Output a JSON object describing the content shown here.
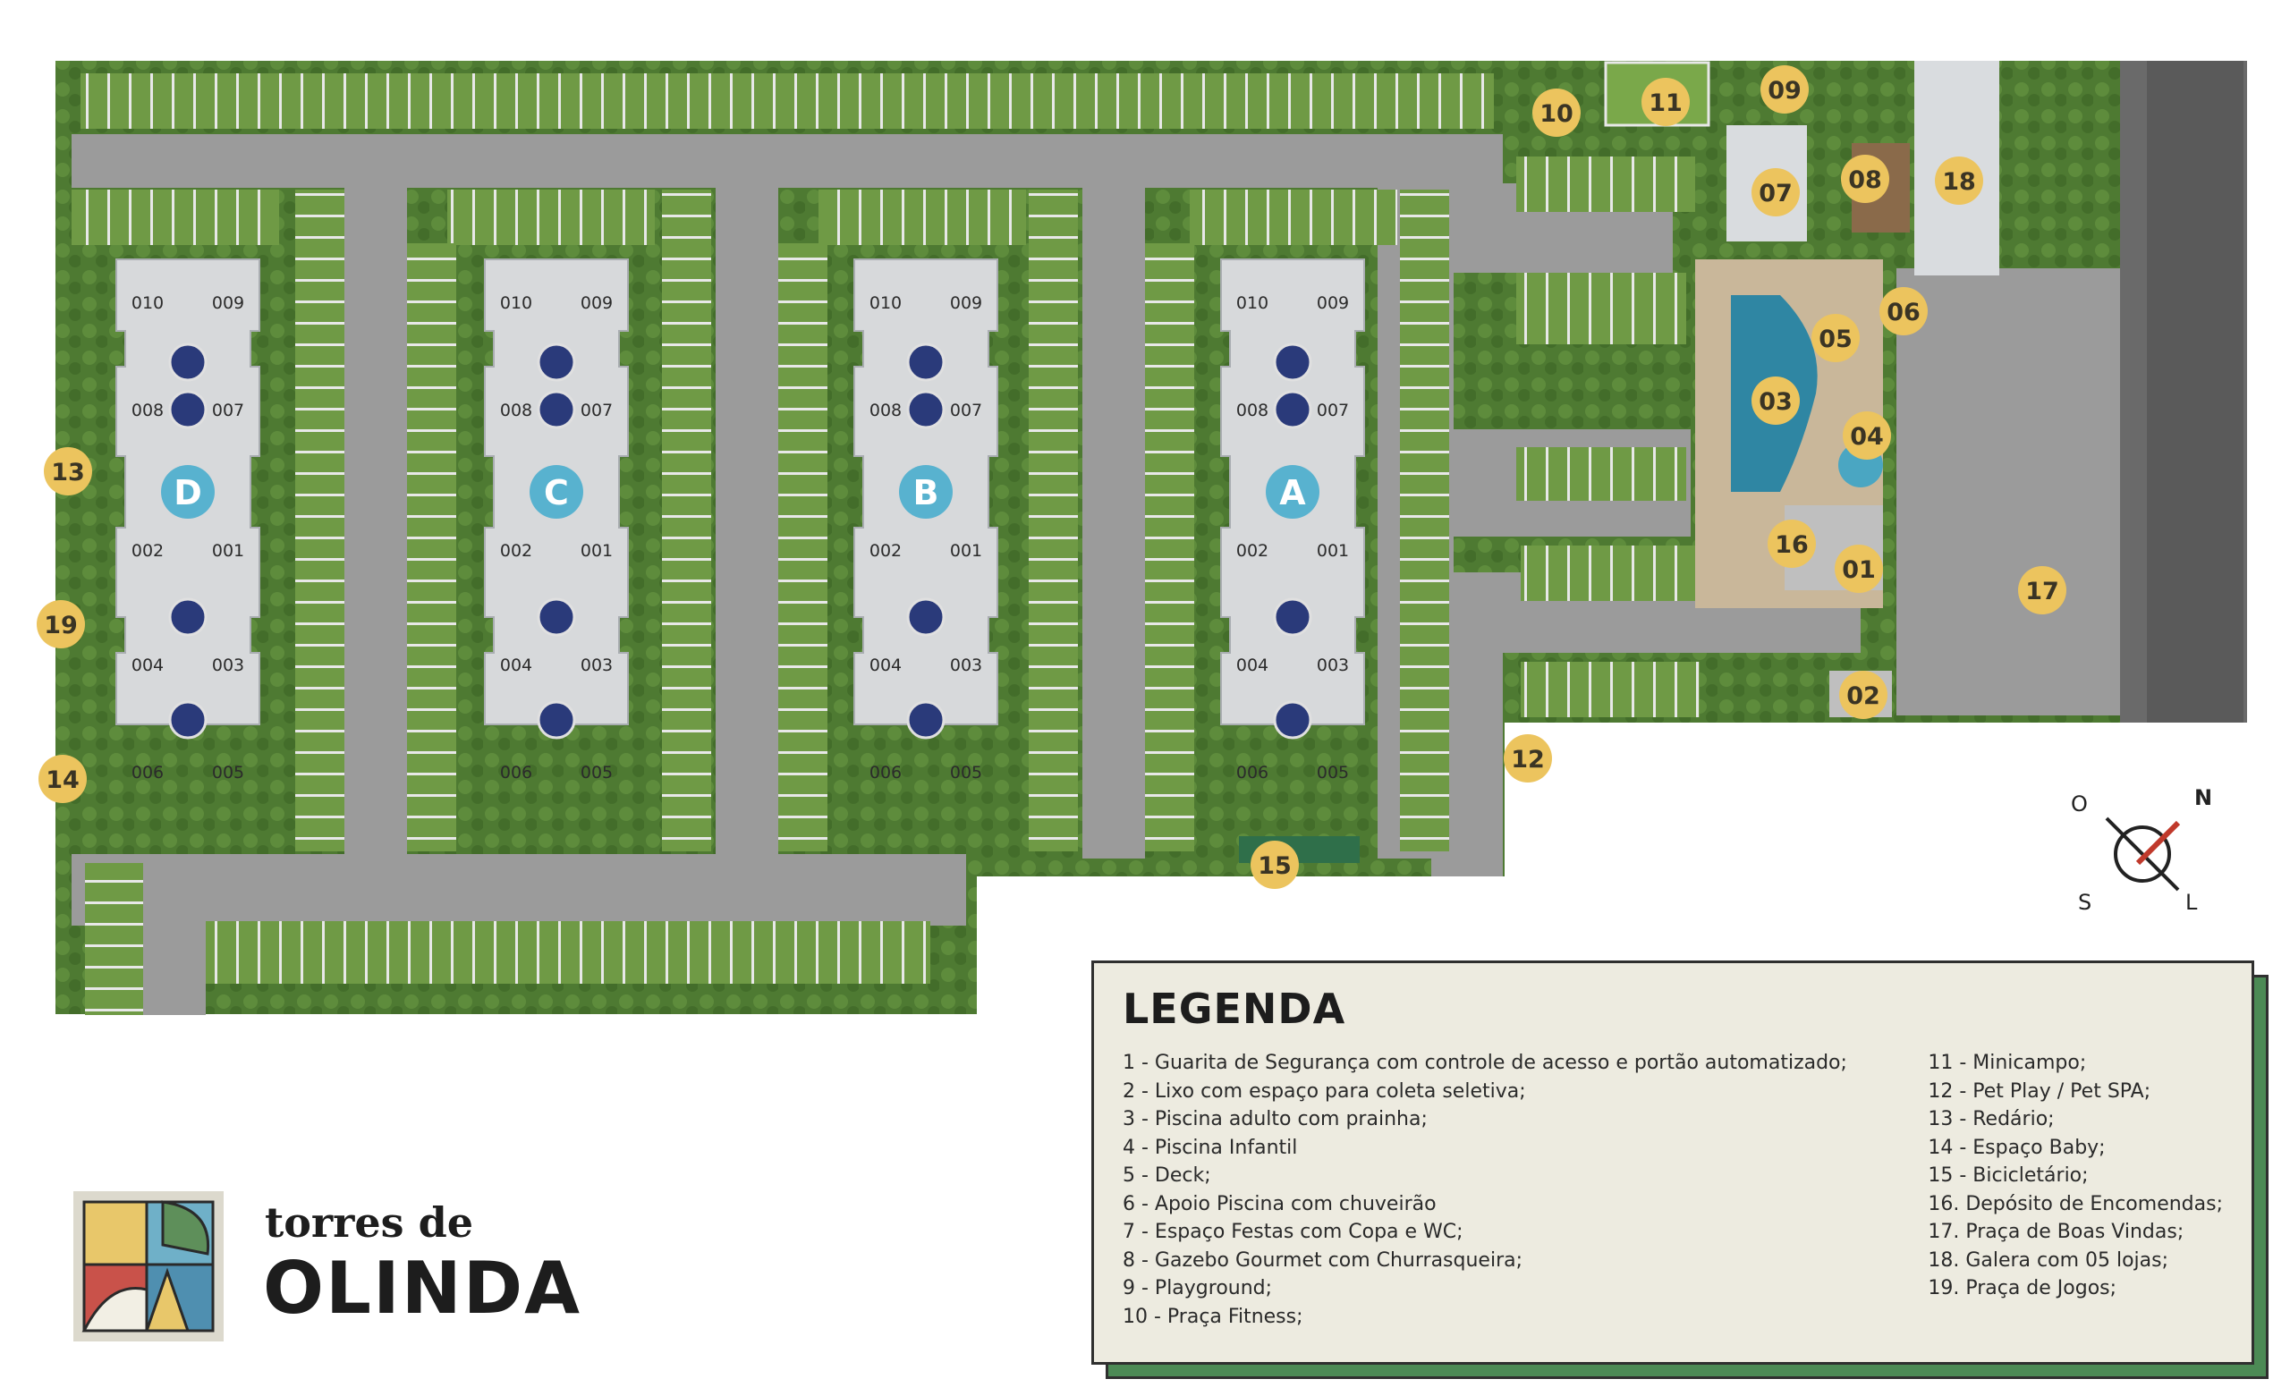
{
  "colors": {
    "marker": "#ecc45e",
    "tower_badge": "#58b2cf",
    "grass": "#5d8a3a",
    "road": "#9a9a9a",
    "building": "#d7d9db",
    "legend_bg": "#edebe0",
    "legend_shadow": "#4c8a55"
  },
  "towers": [
    {
      "label": "D",
      "units": [
        "010",
        "009",
        "008",
        "007",
        "002",
        "001",
        "004",
        "003",
        "006",
        "005"
      ]
    },
    {
      "label": "C",
      "units": [
        "010",
        "009",
        "008",
        "007",
        "002",
        "001",
        "004",
        "003",
        "006",
        "005"
      ]
    },
    {
      "label": "B",
      "units": [
        "010",
        "009",
        "008",
        "007",
        "002",
        "001",
        "004",
        "003",
        "006",
        "005"
      ]
    },
    {
      "label": "A",
      "units": [
        "010",
        "009",
        "008",
        "007",
        "002",
        "001",
        "004",
        "003",
        "006",
        "005"
      ]
    }
  ],
  "markers": [
    "10",
    "11",
    "09",
    "07",
    "08",
    "18",
    "06",
    "05",
    "03",
    "04",
    "16",
    "01",
    "17",
    "02",
    "12",
    "15",
    "13",
    "19",
    "14"
  ],
  "compass": {
    "n": "N",
    "s": "S",
    "l": "L",
    "o": "O"
  },
  "legend": {
    "title": "LEGENDA",
    "left": [
      "1 - Guarita de Segurança com controle de acesso e portão automatizado;",
      "2 - Lixo com espaço para coleta seletiva;",
      "3 - Piscina adulto com prainha;",
      "4 - Piscina Infantil",
      "5 - Deck;",
      "6 - Apoio Piscina com chuveirão",
      "7 - Espaço Festas com Copa e WC;",
      "8 - Gazebo Gourmet com Churrasqueira;",
      "9 - Playground;",
      "10 - Praça Fitness;"
    ],
    "right": [
      "11 - Minicampo;",
      "12 - Pet Play / Pet SPA;",
      "13 - Redário;",
      "14 - Espaço Baby;",
      "15 - Bicicletário;",
      "16. Depósito de Encomendas;",
      "17. Praça de Boas Vindas;",
      "18. Galera com 05 lojas;",
      "19. Praça de Jogos;"
    ]
  },
  "brand": {
    "line1": "torres de",
    "line2": "OLINDA"
  }
}
